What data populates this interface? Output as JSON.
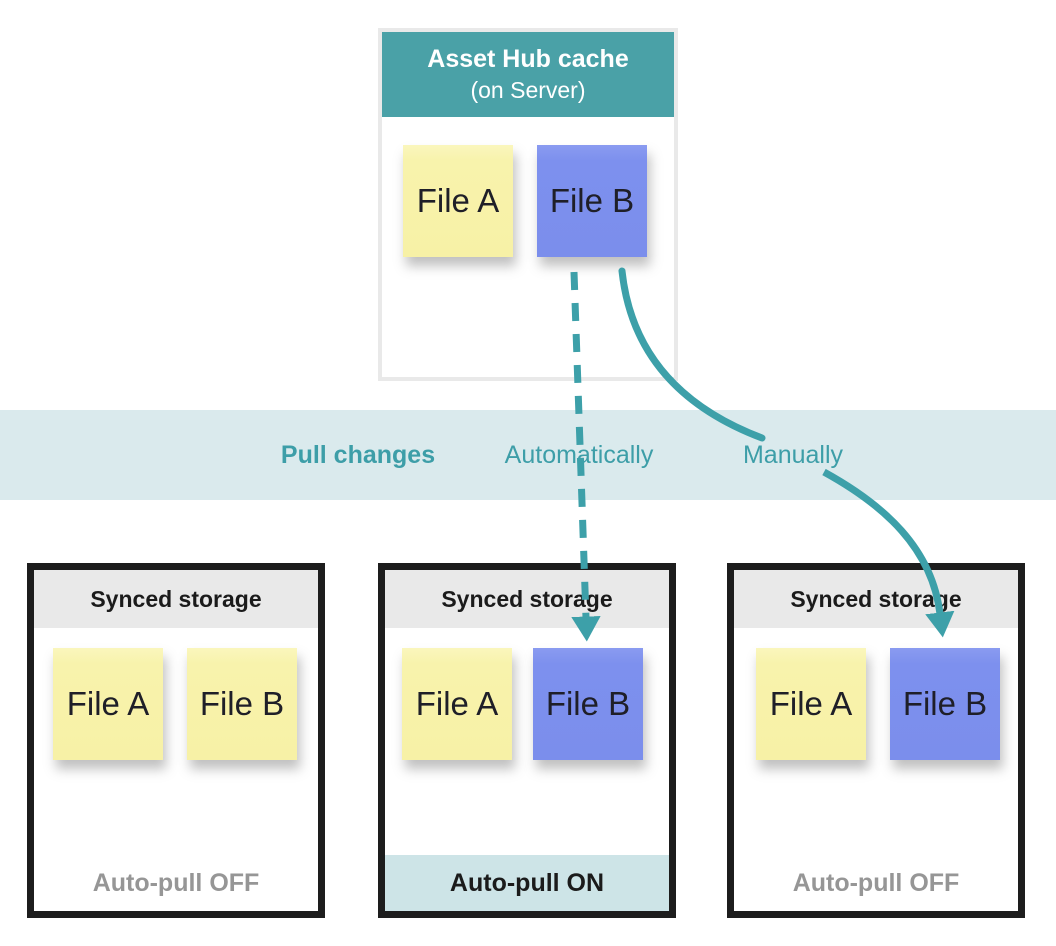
{
  "colors": {
    "teal": "#3da0a9",
    "cache_header_bg": "#4aa1a7",
    "band_bg": "#daeaed",
    "note_yellow": "#f8f3ac",
    "note_blue": "#7d90ee",
    "storage_header_bg": "#e9e9e9",
    "storage_border": "#1d1d1d",
    "off_text_gray": "#969696",
    "on_band_bg": "#cde4e7"
  },
  "cache": {
    "title": "Asset Hub cache",
    "subtitle": "(on Server)",
    "files": [
      {
        "label": "File A",
        "color": "yellow"
      },
      {
        "label": "File B",
        "color": "blue"
      }
    ]
  },
  "band": {
    "title": "Pull changes",
    "auto_label": "Automatically",
    "manual_label": "Manually"
  },
  "storages": [
    {
      "header": "Synced storage",
      "files": [
        {
          "label": "File A",
          "color": "yellow"
        },
        {
          "label": "File B",
          "color": "yellow"
        }
      ],
      "footer": "Auto-pull OFF",
      "state": "off"
    },
    {
      "header": "Synced storage",
      "files": [
        {
          "label": "File A",
          "color": "yellow"
        },
        {
          "label": "File B",
          "color": "blue"
        }
      ],
      "footer": "Auto-pull ON",
      "state": "on"
    },
    {
      "header": "Synced storage",
      "files": [
        {
          "label": "File A",
          "color": "yellow"
        },
        {
          "label": "File B",
          "color": "blue"
        }
      ],
      "footer": "Auto-pull OFF",
      "state": "off"
    }
  ],
  "arrows": [
    {
      "name": "automatic-pull",
      "style": "dashed",
      "from": "cache File B",
      "to": "middle storage File B"
    },
    {
      "name": "manual-pull",
      "style": "solid",
      "from": "cache File B",
      "to": "right storage File B"
    }
  ]
}
